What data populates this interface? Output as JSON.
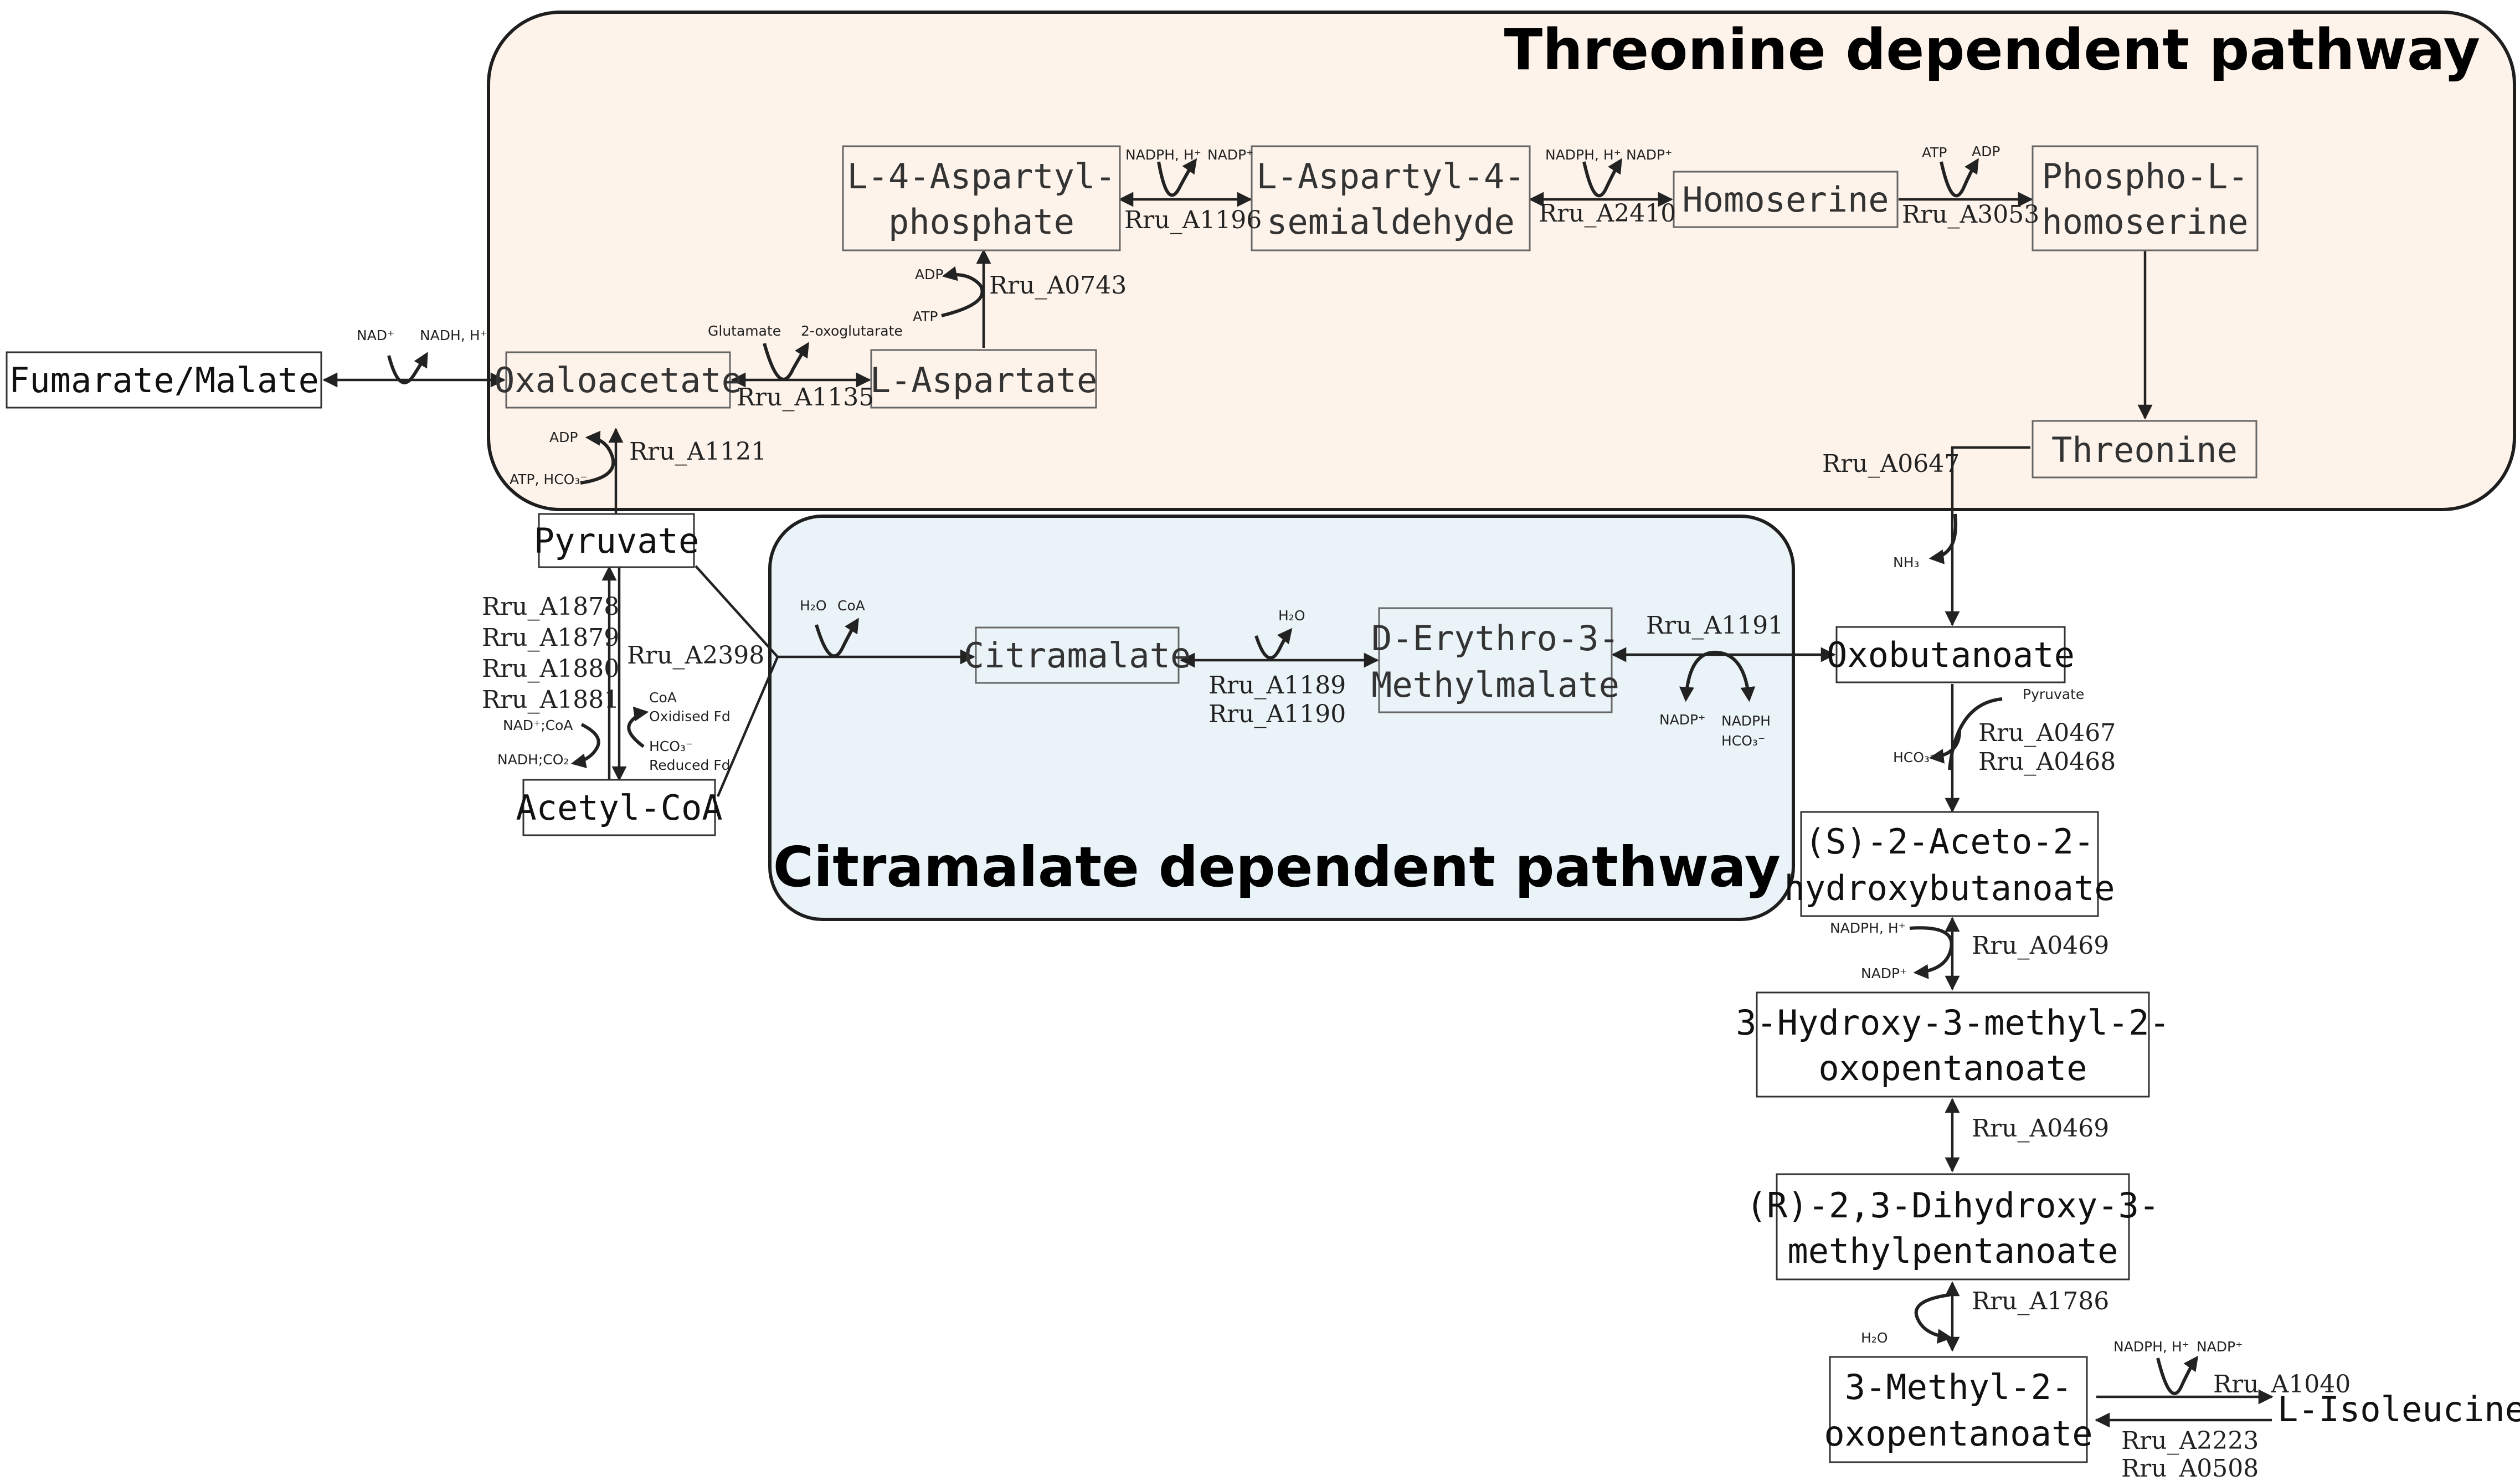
{
  "regions": {
    "threonine": {
      "title": "Threonine dependent pathway"
    },
    "citramalate": {
      "title": "Citramalate dependent pathway"
    }
  },
  "nodes": {
    "fumarate": "Fumarate/Malate",
    "oxaloacetate": "Oxaloacetate",
    "l_aspartate": "L-Aspartate",
    "aspartyl_phosphate": [
      "L-4-Aspartyl-",
      "phosphate"
    ],
    "aspartyl_semialdehyde": [
      "L-Aspartyl-4-",
      "semialdehyde"
    ],
    "homoserine": "Homoserine",
    "phospho_homoserine": [
      "Phospho-L-",
      "homoserine"
    ],
    "threonine": "Threonine",
    "pyruvate": "Pyruvate",
    "acetyl_coa": "Acetyl-CoA",
    "citramalate": "Citramalate",
    "erythro_methylmalate": [
      "D-Erythro-3-",
      "Methylmalate"
    ],
    "oxobutanoate": "Oxobutanoate",
    "aceto_hydroxybutanoate": [
      "(S)-2-Aceto-2-",
      "hydroxybutanoate"
    ],
    "hydroxy_methyl_oxopentanoate": [
      "3-Hydroxy-3-methyl-2-",
      "oxopentanoate"
    ],
    "dihydroxy_methylpentanoate": [
      "(R)-2,3-Dihydroxy-3-",
      "methylpentanoate"
    ],
    "methyl_oxopentanoate": [
      "3-Methyl-2-",
      "oxopentanoate"
    ],
    "l_isoleucine": "L-Isoleucine"
  },
  "enzymes": {
    "fum_oxa": "",
    "oxa_asp": "Rru_A1135",
    "asp_asp4p": "Rru_A0743",
    "asp4p_semi": "Rru_A1196",
    "semi_homo": "Rru_A2410",
    "homo_phospho": "Rru_A3053",
    "pyr_oxa": "Rru_A1121",
    "pyr_acetyl_left": [
      "Rru_A1878",
      "Rru_A1879",
      "Rru_A1880",
      "Rru_A1881"
    ],
    "pyr_acetyl_right": "Rru_A2398",
    "citra_erythro": [
      "Rru_A1189",
      "Rru_A1190"
    ],
    "erythro_oxo": "Rru_A1191",
    "thr_oxo": "Rru_A0647",
    "oxo_aceto": [
      "Rru_A0467",
      "Rru_A0468"
    ],
    "aceto_hydroxy": "Rru_A0469",
    "hydroxy_dihydroxy": "Rru_A0469",
    "dihydroxy_methyl": "Rru_A1786",
    "methyl_ile_fwd": "Rru_A1040",
    "methyl_ile_rev": [
      "Rru_A2223",
      "Rru_A0508"
    ]
  },
  "cofactors": {
    "nad_plus": "NAD⁺",
    "nadh_h": "NADH, H⁺",
    "glutamate": "Glutamate",
    "oxoglutarate": "2-oxoglutarate",
    "adp": "ADP",
    "atp": "ATP",
    "nadph_h": "NADPH, H⁺",
    "nadp_plus": "NADP⁺",
    "atp_hco3": "ATP, HCO₃⁻",
    "h2o": "H₂O",
    "coa": "CoA",
    "oxidised_fd": "Oxidised Fd",
    "hco3": "HCO₃⁻",
    "reduced_fd": "Reduced Fd",
    "nad_coa": "NAD⁺;CoA",
    "nadh_co2": "NADH;CO₂",
    "nh3": "NH₃",
    "pyruvate": "Pyruvate",
    "nadph_hco3": [
      "NADPH",
      "HCO₃⁻"
    ]
  },
  "colors": {
    "threonine_region_fill": "#fdf3ea",
    "citramalate_region_fill": "#eaf3f7",
    "stroke": "#1e1e1e"
  }
}
